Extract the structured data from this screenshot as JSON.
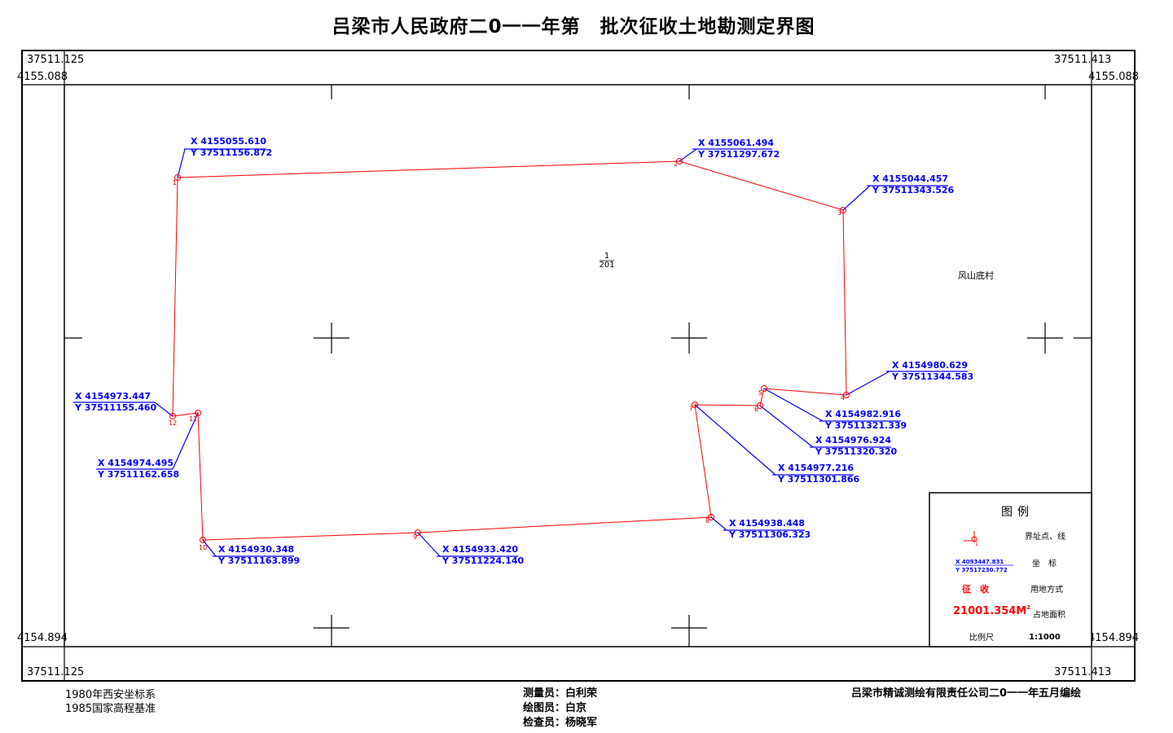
{
  "title": "吕梁市人民政府二0一一年第　批次征收土地勘测定界图",
  "corners": {
    "top_left_y": "37511.125",
    "top_left_x": "4155.088",
    "top_right_y": "37511.413",
    "top_right_x": "4155.088",
    "bottom_left_x": "4154.894",
    "bottom_left_y": "37511.125",
    "bottom_right_x": "4154.894",
    "bottom_right_y": "37511.413"
  },
  "parcel_label": {
    "top": "1",
    "bottom": "201"
  },
  "village_label": "风山底村",
  "points": [
    {
      "num": "1",
      "x": "X 4155055.610",
      "y": "Y 37511156.872"
    },
    {
      "num": "2",
      "x": "X 4155061.494",
      "y": "Y 37511297.672"
    },
    {
      "num": "3",
      "x": "X 4155044.457",
      "y": "Y 37511343.526"
    },
    {
      "num": "4",
      "x": "X 4154980.629",
      "y": "Y 37511344.583"
    },
    {
      "num": "5",
      "x": "X 4154982.916",
      "y": "Y 37511321.339"
    },
    {
      "num": "6",
      "x": "X 4154976.924",
      "y": "Y 37511320.320"
    },
    {
      "num": "7",
      "x": "X 4154977.216",
      "y": "Y 37511301.866"
    },
    {
      "num": "8",
      "x": "X 4154938.448",
      "y": "Y 37511306.323"
    },
    {
      "num": "9",
      "x": "X 4154933.420",
      "y": "Y 37511224.140"
    },
    {
      "num": "10",
      "x": "X 4154930.348",
      "y": "Y 37511163.899"
    },
    {
      "num": "11",
      "x": "X 4154974.495",
      "y": "Y 37511162.658"
    },
    {
      "num": "12",
      "x": "X 4154973.447",
      "y": "Y 37511155.460"
    }
  ],
  "legend": {
    "title": "图例",
    "boundary_label": "界址点、线",
    "boundary_sample_num": "1",
    "coord_sample_x": "X 4093447.831",
    "coord_sample_y": "Y 37517230.772",
    "coord_label": "坐　标",
    "landuse_value": "征　收",
    "landuse_label": "用地方式",
    "area_value": "21001.354M",
    "area_sup": "2",
    "area_label": "占地面积",
    "scale_label": "比例尺",
    "scale_value": "1:1000"
  },
  "footer": {
    "coord_system": "1980年西安坐标系",
    "elevation_system": "1985国家高程基准",
    "surveyor": "测量员：白利荣",
    "drafter": "绘图员：白京",
    "checker": "检查员：杨晓军",
    "company": "吕梁市精诚测绘有限责任公司二0一一年五月编绘"
  },
  "colors": {
    "boundary": "#ff0000",
    "leader": "#0000ff",
    "frame": "#000000"
  }
}
